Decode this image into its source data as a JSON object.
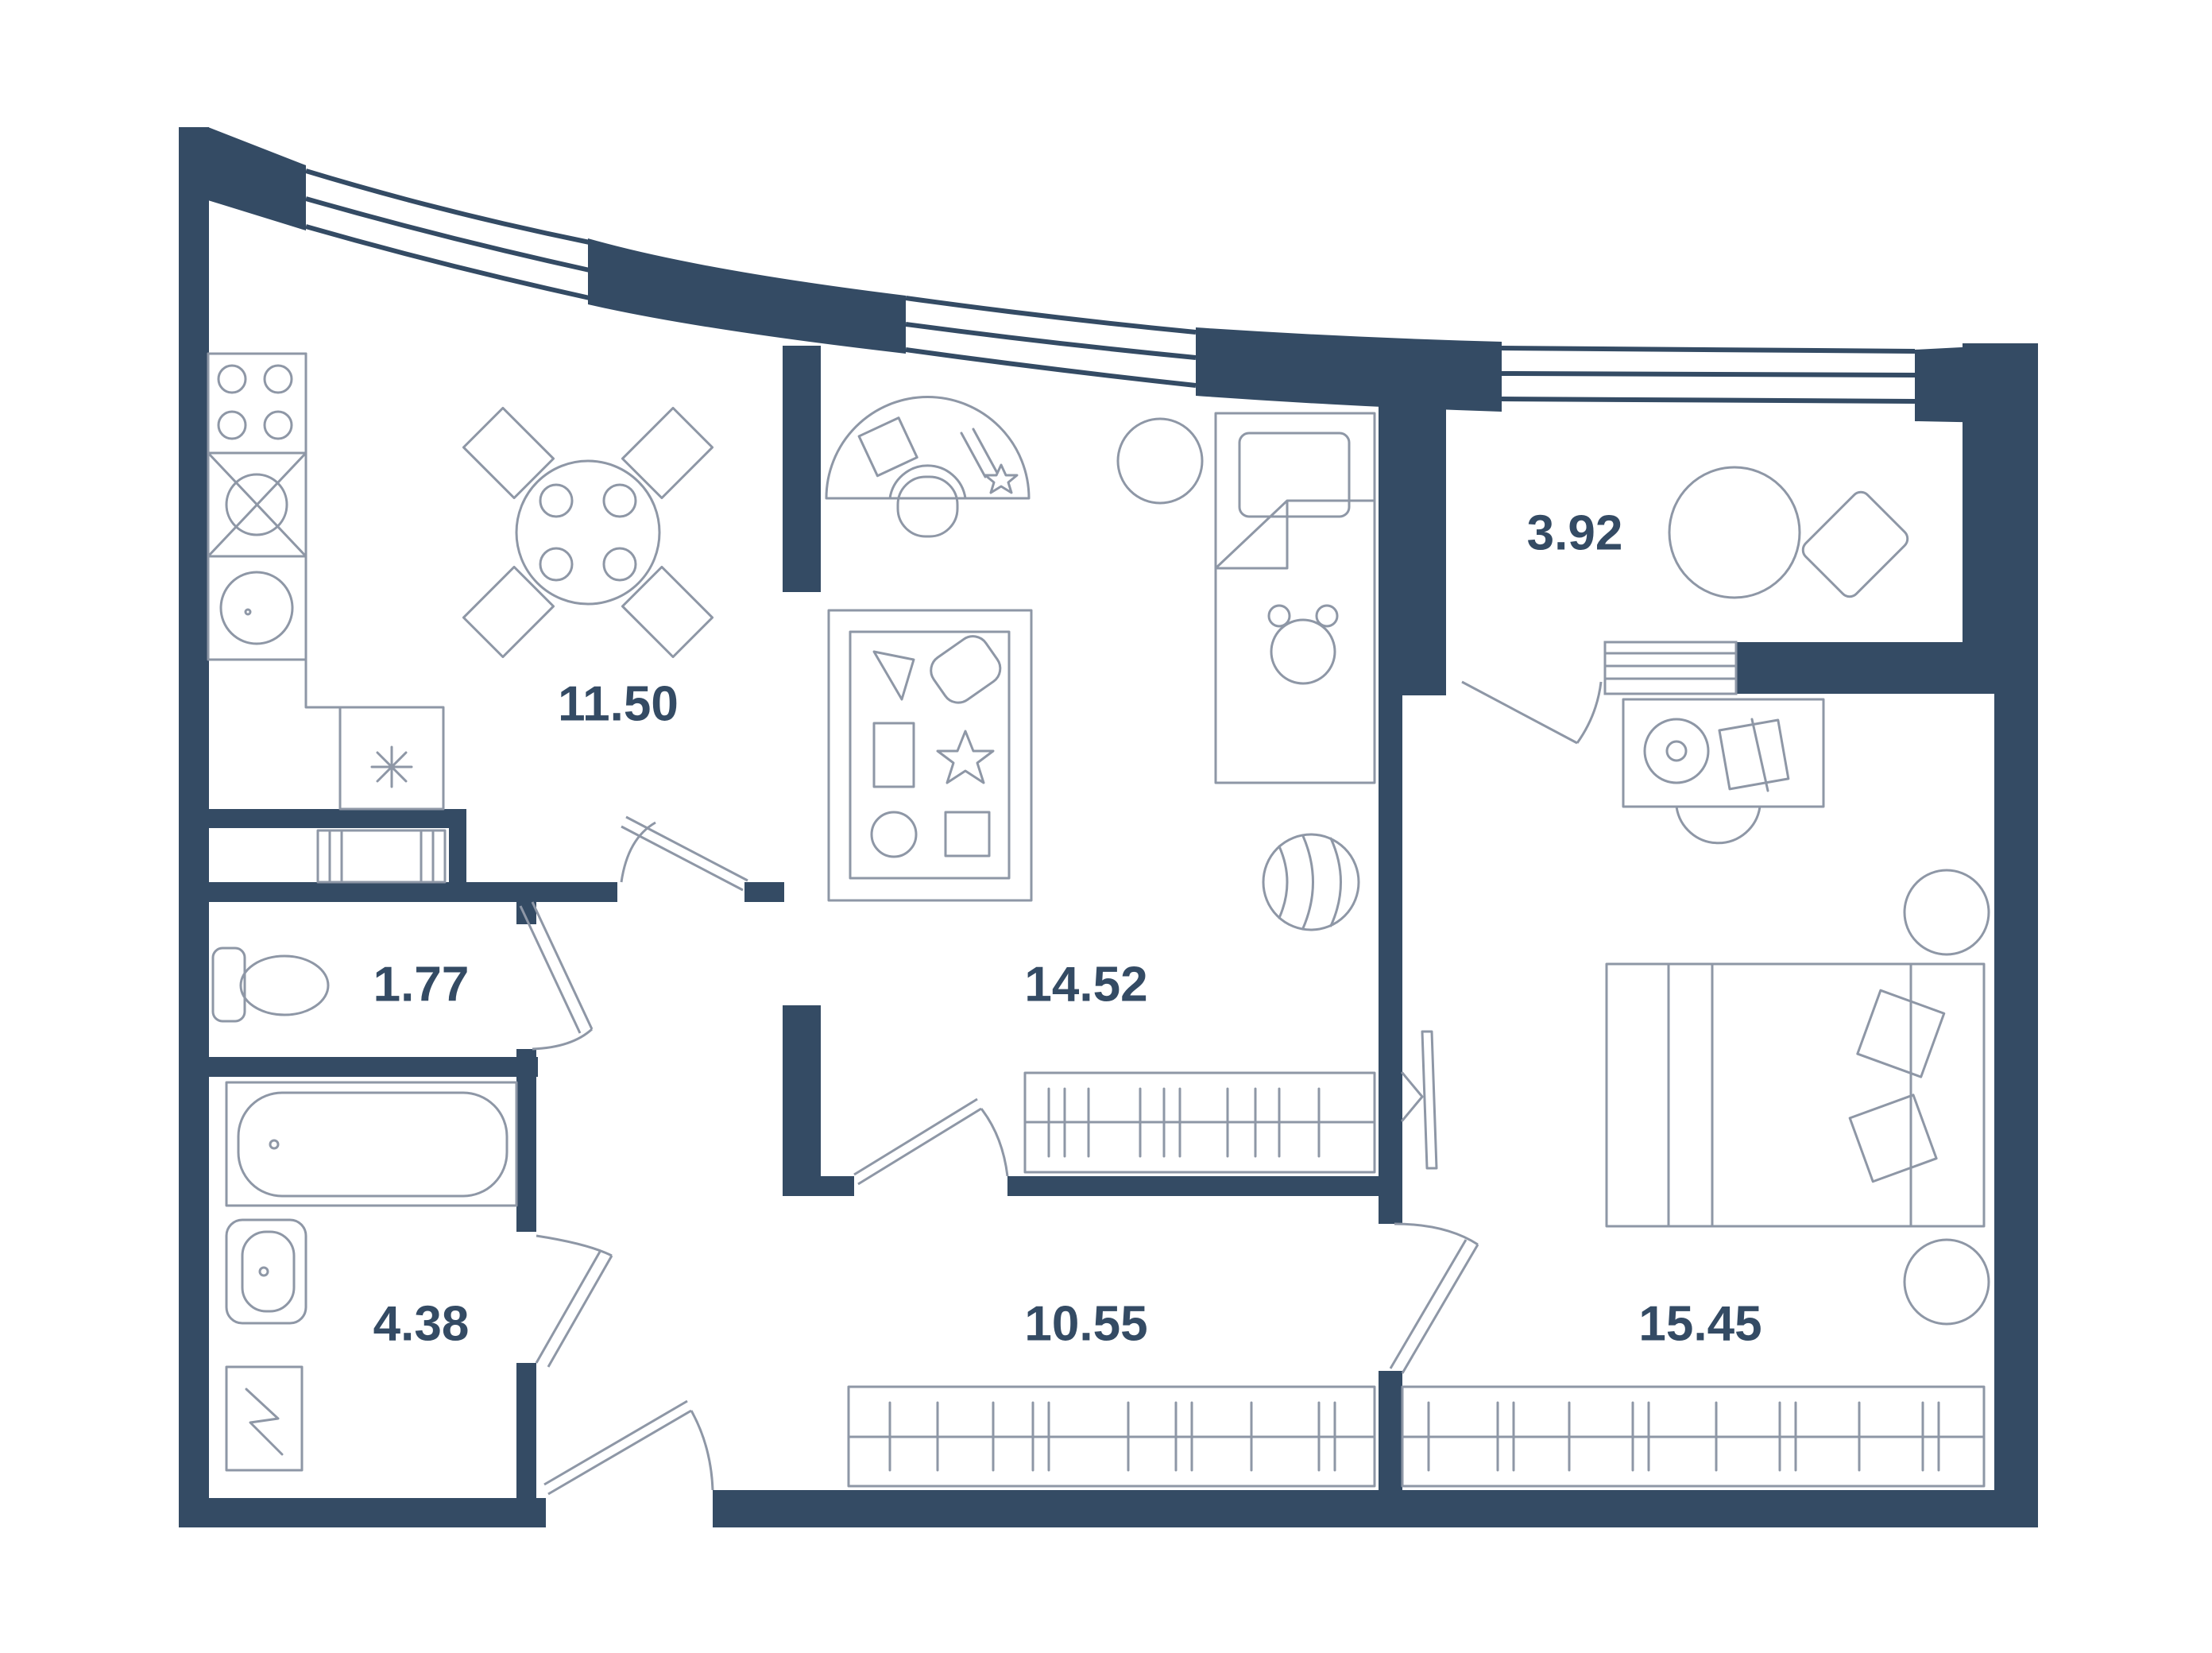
{
  "colors": {
    "wall": "#344b64",
    "furniture": "#8e97a6",
    "background": "#ffffff"
  },
  "rooms": [
    {
      "id": "kitchen",
      "area": "11.50"
    },
    {
      "id": "kids-room",
      "area": "14.52"
    },
    {
      "id": "balcony",
      "area": "3.92"
    },
    {
      "id": "toilet",
      "area": "1.77"
    },
    {
      "id": "bathroom",
      "area": "4.38"
    },
    {
      "id": "hallway",
      "area": "10.55"
    },
    {
      "id": "bedroom",
      "area": "15.45"
    }
  ]
}
